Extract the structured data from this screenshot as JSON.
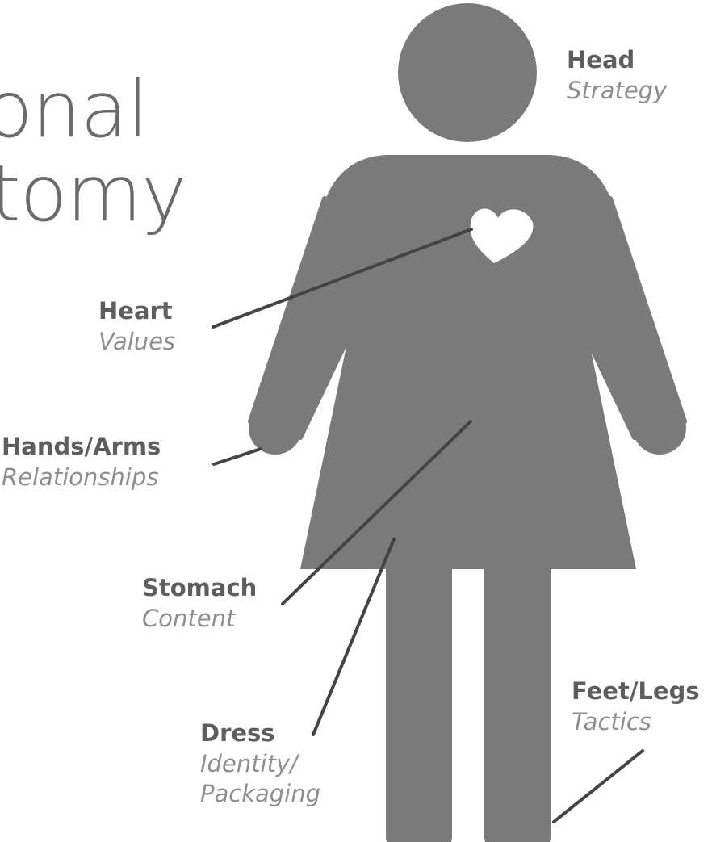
{
  "title": {
    "line1": "onal",
    "line2": "tomy"
  },
  "figure": {
    "body_color": "#7a7a7a",
    "heart_color": "#ffffff",
    "line_color": "#444444",
    "heart_icon": "heart-icon"
  },
  "labels": {
    "head": {
      "name": "Head",
      "meaning": "Strategy"
    },
    "heart": {
      "name": "Heart",
      "meaning": "Values"
    },
    "hands": {
      "name": "Hands/Arms",
      "meaning": "Relationships"
    },
    "stomach": {
      "name": "Stomach",
      "meaning": "Content"
    },
    "dress": {
      "name": "Dress",
      "meaning_line1": "Identity/",
      "meaning_line2": "Packaging"
    },
    "feet": {
      "name": "Feet/Legs",
      "meaning": "Tactics"
    }
  }
}
